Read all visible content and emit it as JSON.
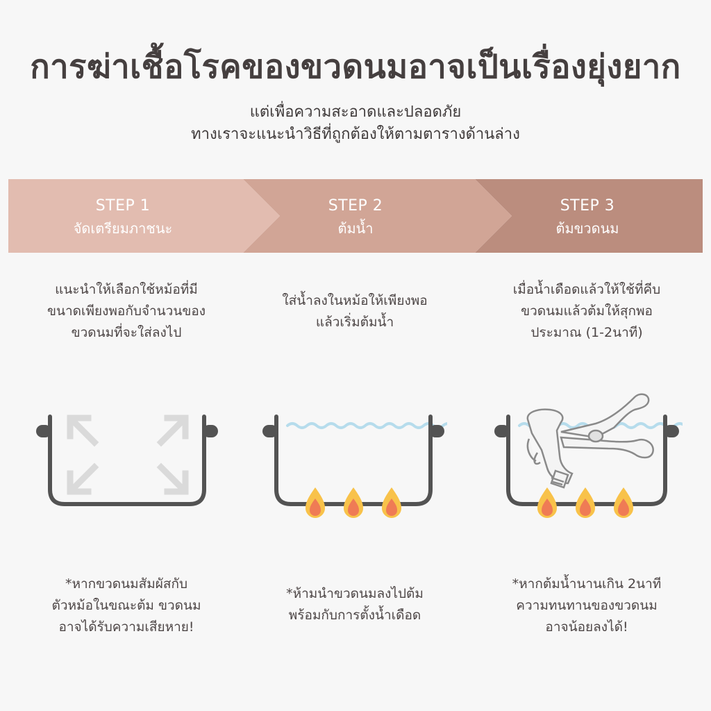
{
  "title": "การฆ่าเชื้อโรคของขวดนมอาจเป็นเรื่องยุ่งยาก",
  "subtitle": {
    "line1": "แต่เพื่อความสะอาดและปลอดภัย",
    "line2": "ทางเราจะแนะนำวิธีที่ถูกต้องให้ตามตารางด้านล่าง"
  },
  "steps": [
    {
      "number": "STEP 1",
      "name": "จัดเตรียมภาชนะ",
      "color": "#e2bcb0",
      "description": [
        "แนะนำให้เลือกใช้หม้อที่มี",
        "ขนาดเพียงพอกับจำนวนของ",
        "ขวดนมที่จะใส่ลงไป"
      ],
      "note": [
        "*หากขวดนมสัมผัสกับ",
        "ตัวหม้อในขณะต้ม ขวดนม",
        "อาจได้รับความเสียหาย!"
      ],
      "icon": "pot-with-expand-arrows-icon"
    },
    {
      "number": "STEP 2",
      "name": "ต้มน้ำ",
      "color": "#d1a596",
      "description": [
        "ใส่น้ำลงในหม้อให้เพียงพอ",
        "แล้วเริ่มต้มน้ำ"
      ],
      "note": [
        "*ห้ามนำขวดนมลงไปต้ม",
        "พร้อมกับการตั้งน้ำเดือด"
      ],
      "icon": "pot-with-water-and-flames-icon"
    },
    {
      "number": "STEP 3",
      "name": "ต้มขวดนม",
      "color": "#bb8d7e",
      "description": [
        "เมื่อน้ำเดือดแล้วให้ใช้ที่คีบ",
        "ขวดนมแล้วต้มให้สุกพอ",
        "ประมาณ (1-2นาที)"
      ],
      "note": [
        "*หากต้มน้ำนานเกิน 2นาที",
        "ความทนทานของขวดนม",
        "อาจน้อยลงได้!"
      ],
      "icon": "pot-with-bottle-tongs-and-flames-icon"
    }
  ],
  "colors": {
    "background": "#f7f7f7",
    "pot_outline": "#535353",
    "water": "#b6dcec",
    "arrow": "#dadada",
    "flame_outer": "#f8c24a",
    "flame_inner": "#ef7b55"
  }
}
